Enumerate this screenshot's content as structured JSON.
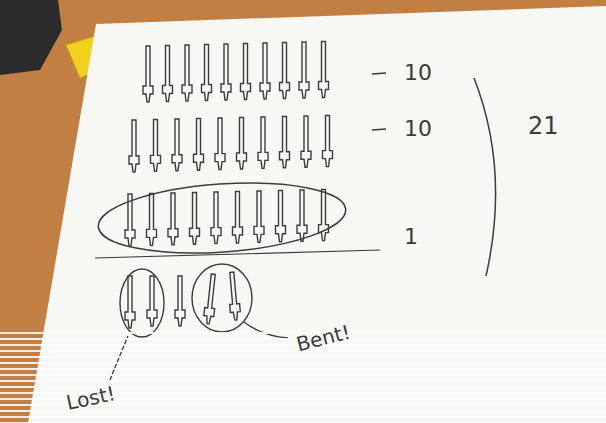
{
  "diagram": {
    "labels": [
      "10",
      "10",
      "1",
      "21",
      "Lost!",
      "Bent!"
    ]
  }
}
